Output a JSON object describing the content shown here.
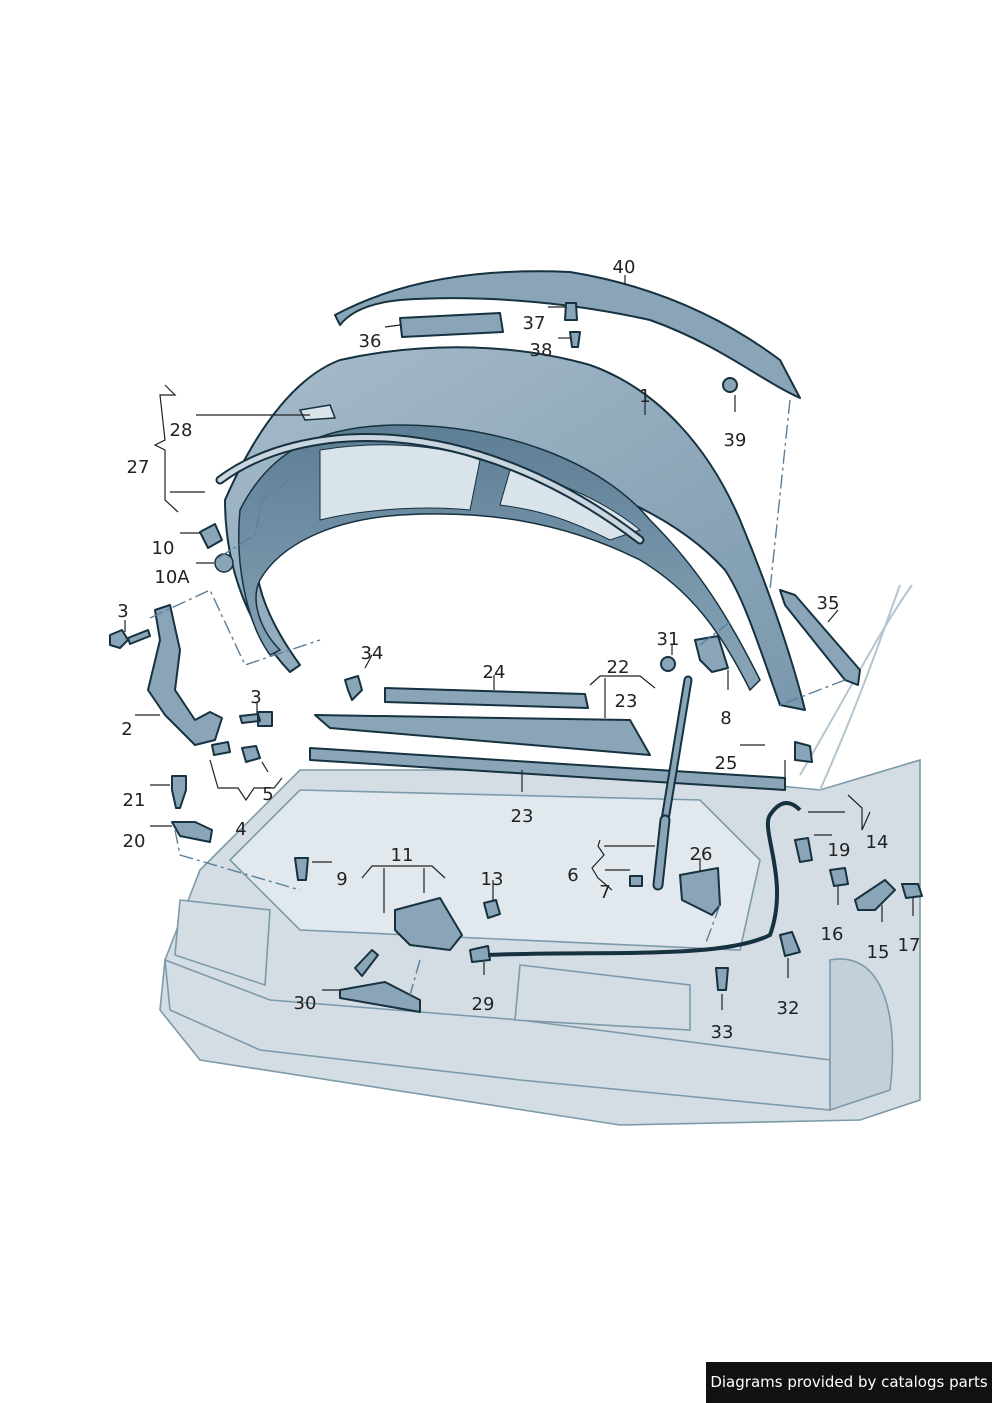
{
  "callouts": [
    {
      "id": "c1",
      "text": "1"
    },
    {
      "id": "c2",
      "text": "2"
    },
    {
      "id": "c3a",
      "text": "3"
    },
    {
      "id": "c3b",
      "text": "3"
    },
    {
      "id": "c4",
      "text": "4"
    },
    {
      "id": "c5",
      "text": "5"
    },
    {
      "id": "c6",
      "text": "6"
    },
    {
      "id": "c7",
      "text": "7"
    },
    {
      "id": "c8",
      "text": "8"
    },
    {
      "id": "c9",
      "text": "9"
    },
    {
      "id": "c10",
      "text": "10"
    },
    {
      "id": "c10a",
      "text": "10A"
    },
    {
      "id": "c11",
      "text": "11"
    },
    {
      "id": "c13",
      "text": "13"
    },
    {
      "id": "c14",
      "text": "14"
    },
    {
      "id": "c15",
      "text": "15"
    },
    {
      "id": "c16",
      "text": "16"
    },
    {
      "id": "c17",
      "text": "17"
    },
    {
      "id": "c19",
      "text": "19"
    },
    {
      "id": "c20",
      "text": "20"
    },
    {
      "id": "c21",
      "text": "21"
    },
    {
      "id": "c22",
      "text": "22"
    },
    {
      "id": "c23a",
      "text": "23"
    },
    {
      "id": "c23b",
      "text": "23"
    },
    {
      "id": "c24",
      "text": "24"
    },
    {
      "id": "c25",
      "text": "25"
    },
    {
      "id": "c26",
      "text": "26"
    },
    {
      "id": "c27",
      "text": "27"
    },
    {
      "id": "c28",
      "text": "28"
    },
    {
      "id": "c29",
      "text": "29"
    },
    {
      "id": "c30",
      "text": "30"
    },
    {
      "id": "c31",
      "text": "31"
    },
    {
      "id": "c32",
      "text": "32"
    },
    {
      "id": "c33",
      "text": "33"
    },
    {
      "id": "c34",
      "text": "34"
    },
    {
      "id": "c35",
      "text": "35"
    },
    {
      "id": "c36",
      "text": "36"
    },
    {
      "id": "c37",
      "text": "37"
    },
    {
      "id": "c38",
      "text": "38"
    },
    {
      "id": "c39",
      "text": "39"
    },
    {
      "id": "c40",
      "text": "40"
    }
  ],
  "footer": {
    "text": "Diagrams provided by catalogs parts"
  },
  "colors": {
    "part_fill": "#8aa5b8",
    "part_stroke": "#16313f",
    "car_body": "#d4dde3",
    "inner_panel": "#6f8ea4"
  }
}
